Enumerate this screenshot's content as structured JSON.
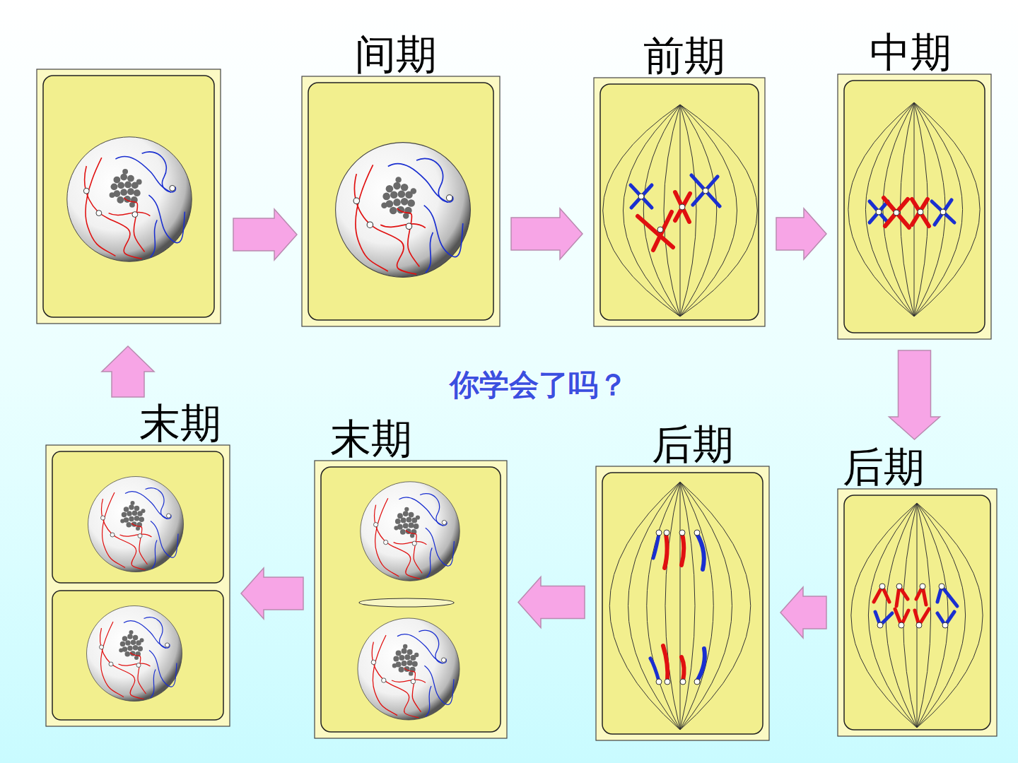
{
  "diagram": {
    "nodes": [
      {
        "text": [
          "间期"
        ]
      },
      {
        "text": [
          "前期"
        ]
      },
      {
        "text": [
          "中期"
        ]
      },
      {
        "text": [
          "末期"
        ]
      },
      {
        "text": [
          "末期"
        ]
      },
      {
        "text": [
          "后期"
        ]
      },
      {
        "text": [
          "后期"
        ]
      }
    ],
    "edges": [
      {
        "from": 0,
        "to": 1,
        "arrow": "to"
      },
      {
        "from": 1,
        "to": 2,
        "arrow": "to"
      },
      {
        "from": 2,
        "to": 6,
        "arrow": "to"
      },
      {
        "from": 6,
        "to": 5,
        "arrow": "to"
      },
      {
        "from": 5,
        "to": 4,
        "arrow": "to"
      },
      {
        "from": 4,
        "to": 3,
        "arrow": "to"
      }
    ],
    "labels": [
      "你学会了吗？"
    ]
  }
}
